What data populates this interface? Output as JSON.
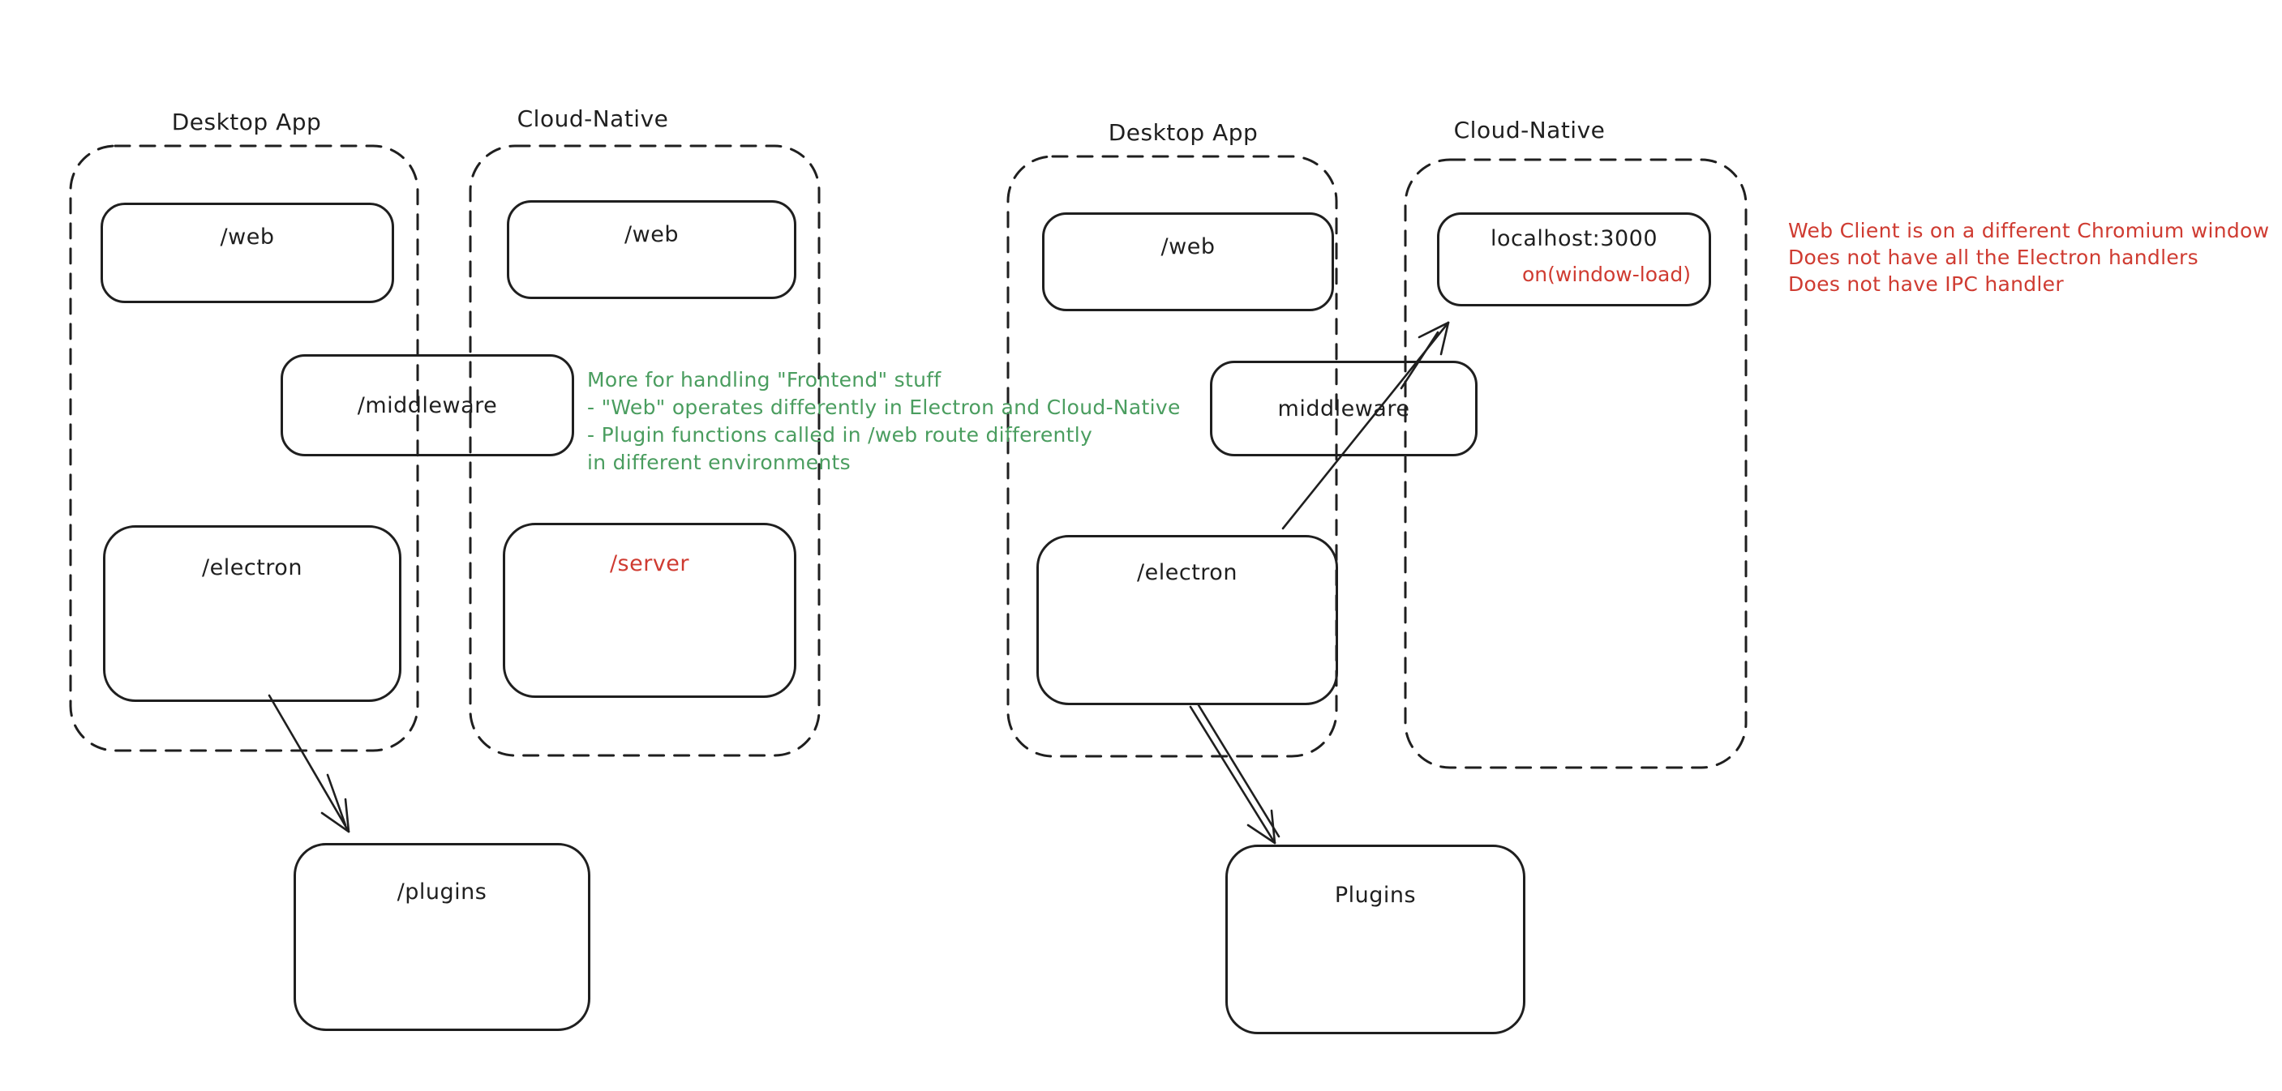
{
  "canvas": {
    "background": "#ffffff",
    "ink_color": "#1f1f1f",
    "red_color": "#cf3b31",
    "green_color": "#4a9d5f"
  },
  "left_diagram": {
    "desktop_container_label": "Desktop App",
    "cloud_container_label": "Cloud-Native",
    "boxes": {
      "web_desktop": "/web",
      "web_cloud": "/web",
      "middleware": "/middleware",
      "electron": "/electron",
      "server": "/server",
      "plugins": "/plugins"
    },
    "green_note": {
      "lines": [
        "More for handling \"Frontend\" stuff",
        "- \"Web\" operates differently in Electron and Cloud-Native",
        "- Plugin functions called in /web route differently",
        "in different environments"
      ]
    }
  },
  "right_diagram": {
    "desktop_container_label": "Desktop App",
    "cloud_container_label": "Cloud-Native",
    "boxes": {
      "web": "/web",
      "localhost": "localhost:3000",
      "localhost_sub": "on(window-load)",
      "middleware": "middleware",
      "electron": "/electron",
      "plugins": "Plugins"
    },
    "red_note": {
      "lines": [
        "Web Client is on a different Chromium window",
        "Does not have all the Electron handlers",
        "Does not have IPC handler"
      ]
    }
  }
}
